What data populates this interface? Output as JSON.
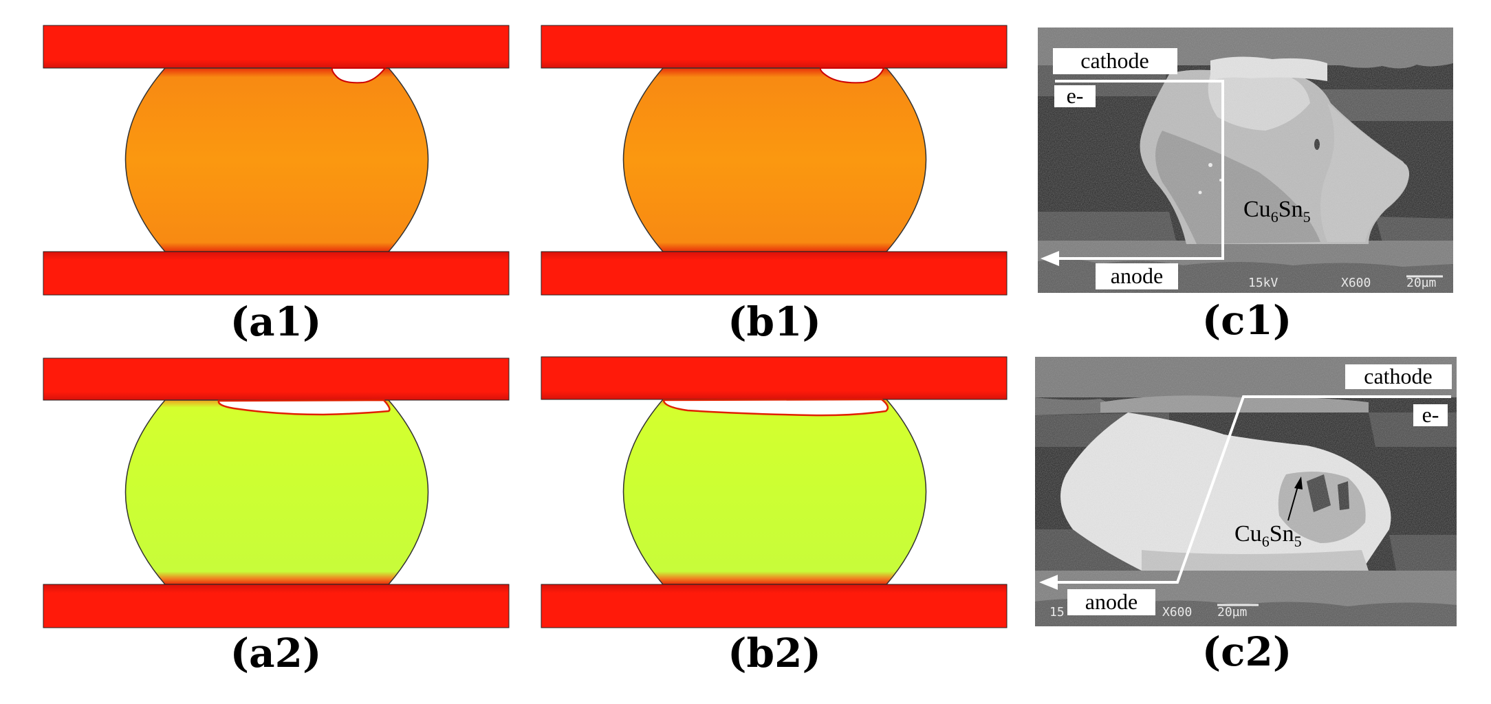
{
  "panels": {
    "a1": {
      "caption": "(a1)"
    },
    "b1": {
      "caption": "(b1)"
    },
    "c1": {
      "caption": "(c1)",
      "cathode": "cathode",
      "electron": "e-",
      "compound_base": "Cu",
      "sub1": "6",
      "compound_mid": "Sn",
      "sub2": "5",
      "anode": "anode",
      "voltage": "15kV",
      "magnification": "X600",
      "scale": "20µm"
    },
    "a2": {
      "caption": "(a2)"
    },
    "b2": {
      "caption": "(b2)"
    },
    "c2": {
      "caption": "(c2)",
      "cathode": "cathode",
      "electron": "e-",
      "compound_base": "Cu",
      "sub1": "6",
      "compound_mid": "Sn",
      "sub2": "5",
      "anode": "anode",
      "voltage": "15",
      "magnification": "X600",
      "scale": "20µm"
    }
  },
  "colors": {
    "substrate": "#ff1a0a",
    "solder_top_row": "#f99510",
    "solder_bottom_row": "#ccff33",
    "sem_dark": "#1a1a1a",
    "sem_grey": "#8a8a8a",
    "sem_light": "#d0d0d0"
  }
}
